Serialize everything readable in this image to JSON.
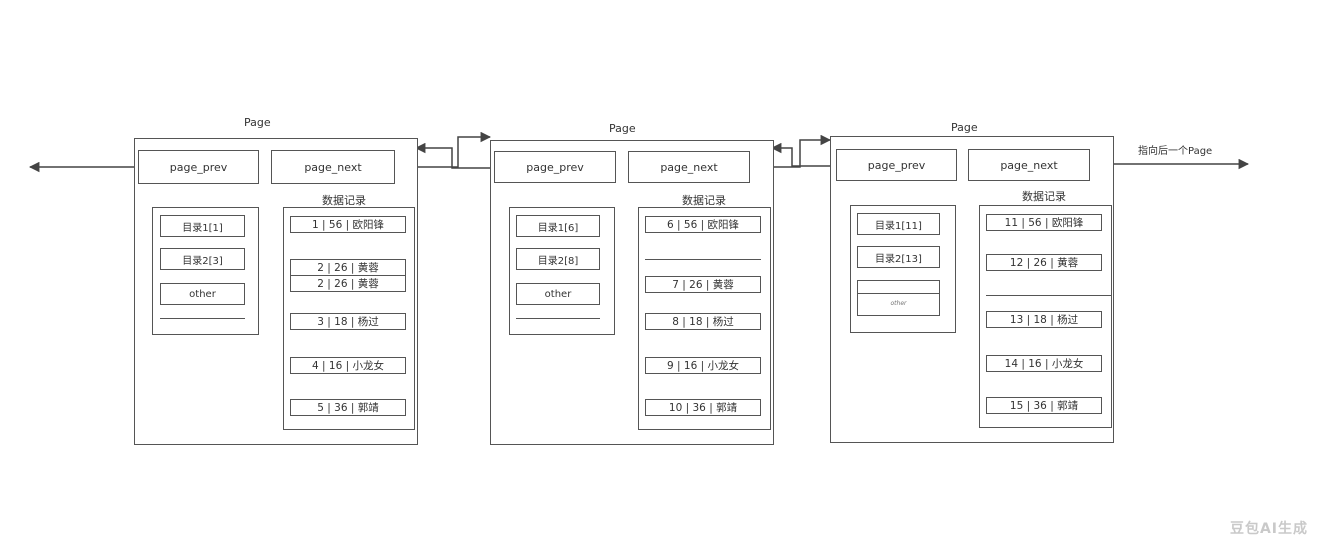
{
  "pages": [
    {
      "title": "Page",
      "prev_label": "page_prev",
      "next_label": "page_next",
      "data_title": "数据记录",
      "directory": [
        "目录1[1]",
        "目录2[3]",
        "other"
      ],
      "records": [
        "1 | 56 | 欧阳锋",
        "2 | 26 | 黄蓉",
        "2 | 26 | 黄蓉",
        "3 | 18 | 杨过",
        "4 | 16 | 小龙女",
        "5 | 36 | 郭靖"
      ]
    },
    {
      "title": "Page",
      "prev_label": "page_prev",
      "next_label": "page_next",
      "data_title": "数据记录",
      "directory": [
        "目录1[6]",
        "目录2[8]",
        "other"
      ],
      "records": [
        "6 | 56 | 欧阳锋",
        "7 | 26 | 黄蓉",
        "8 | 18 | 杨过",
        "9 | 16 | 小龙女",
        "10 | 36 | 郭靖"
      ]
    },
    {
      "title": "Page",
      "prev_label": "page_prev",
      "next_label": "page_next",
      "data_title": "数据记录",
      "directory": [
        "目录1[11]",
        "目录2[13]",
        "other"
      ],
      "records": [
        "11 | 56 | 欧阳锋",
        "12 | 26 | 黄蓉",
        "13 | 18 | 杨过",
        "14 | 16 | 小龙女",
        "15 | 36 | 郭靖"
      ]
    }
  ],
  "next_page_annotation": "指向后一个Page",
  "watermark": "豆包AI生成"
}
